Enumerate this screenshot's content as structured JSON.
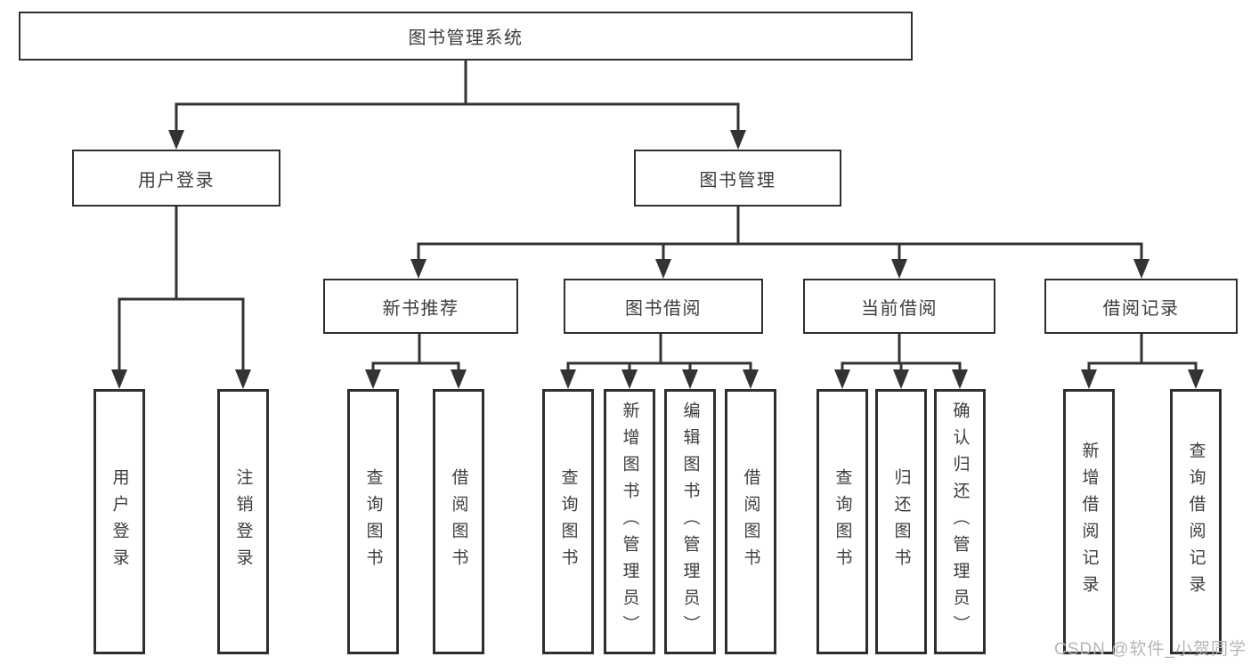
{
  "diagram": {
    "root": {
      "label": "图书管理系统"
    },
    "children": [
      {
        "label": "用户登录",
        "children": [
          "用户登录",
          "注销登录"
        ]
      },
      {
        "label": "图书管理",
        "children": [
          {
            "label": "新书推荐",
            "children": [
              "查询图书",
              "借阅图书"
            ]
          },
          {
            "label": "图书借阅",
            "children": [
              "查询图书",
              "新增图书（管理员）",
              "编辑图书（管理员）",
              "借阅图书"
            ]
          },
          {
            "label": "当前借阅",
            "children": [
              "查询图书",
              "归还图书",
              "确认归还（管理员）"
            ]
          },
          {
            "label": "借阅记录",
            "children": [
              "新增借阅记录",
              "查询借阅记录"
            ]
          }
        ]
      }
    ]
  },
  "watermark": "CSDN @软件_小贺同学",
  "colors": {
    "line": "#333333",
    "border": "#2f2f2f",
    "text": "#3d3d3d",
    "watermark": "#b9b4b4",
    "background": "#ffffff"
  }
}
